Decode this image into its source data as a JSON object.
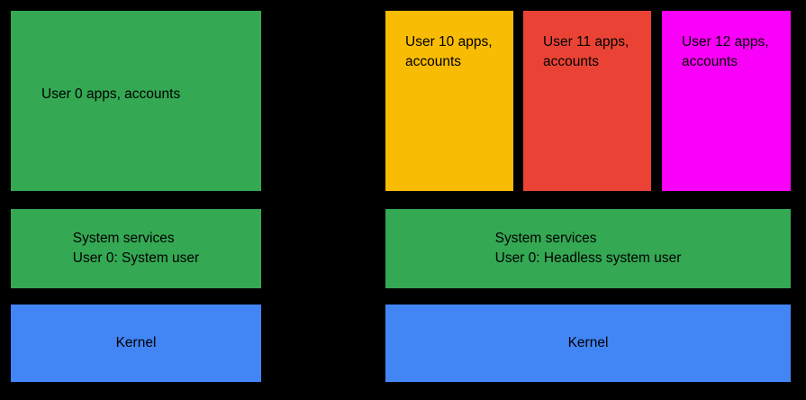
{
  "background": "#000000",
  "colors": {
    "green": "#34A853",
    "yellow": "#F9BC05",
    "red": "#EA4335",
    "magenta": "#F900F9",
    "blue": "#4285F4"
  },
  "left_stack": {
    "user_apps": {
      "label": "User 0 apps, accounts",
      "color": "#34A853"
    },
    "system_services": {
      "line1": "System services",
      "line2": "User 0: System user",
      "color": "#34A853"
    },
    "kernel": {
      "label": "Kernel",
      "color": "#4285F4"
    }
  },
  "right_stack": {
    "user_boxes": [
      {
        "label": "User 10 apps, accounts",
        "color": "#F9BC05"
      },
      {
        "label": "User 11 apps, accounts",
        "color": "#EA4335"
      },
      {
        "label": "User 12 apps, accounts",
        "color": "#F900F9"
      }
    ],
    "system_services": {
      "line1": "System services",
      "line2": "User 0: Headless system user",
      "color": "#34A853"
    },
    "kernel": {
      "label": "Kernel",
      "color": "#4285F4"
    }
  }
}
